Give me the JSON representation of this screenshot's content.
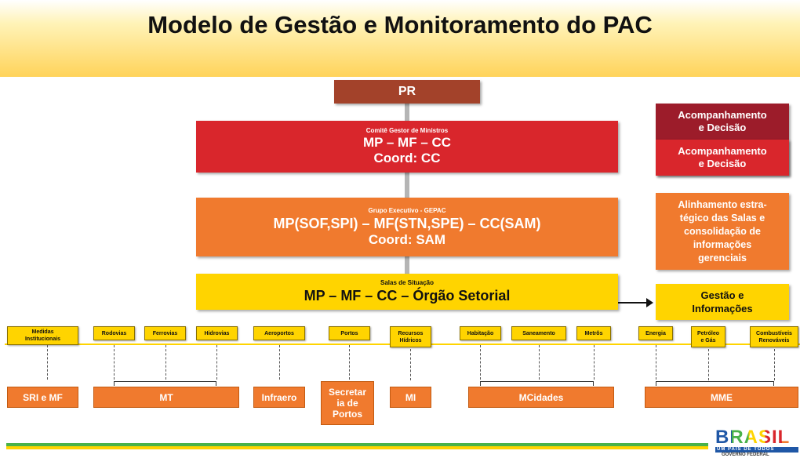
{
  "title": "Modelo de Gestão e Monitoramento do PAC",
  "pr": "PR",
  "comite": {
    "caption": "Comitê Gestor de Ministros",
    "line1": "MP – MF – CC",
    "line2": "Coord: CC"
  },
  "gepac": {
    "caption": "Grupo Executivo - GEPAC",
    "line1": "MP(SOF,SPI) – MF(STN,SPE) – CC(SAM)",
    "line2": "Coord: SAM"
  },
  "salas": {
    "caption": "Salas de Situação",
    "line1": "MP – MF – CC – Órgão Setorial"
  },
  "right": {
    "acomp1": [
      "Acompanhamento",
      "e Decisão"
    ],
    "acomp2": [
      "Acompanhamento",
      "e Decisão"
    ],
    "alinhamento": [
      "Alinhamento estra-",
      "tégico das Salas e",
      "consolidação de",
      "informações",
      "gerenciais"
    ],
    "gestao": [
      "Gestão e",
      "Informações"
    ]
  },
  "sectors": {
    "medidas": [
      "Medidas",
      "Institucionais"
    ],
    "rodovias": "Rodovias",
    "ferrovias": "Ferrovias",
    "hidrovias": "Hidrovias",
    "aeroportos": "Aeroportos",
    "portos": "Portos",
    "recursos": [
      "Recursos",
      "Hídricos"
    ],
    "habitacao": "Habitação",
    "saneamento": "Saneamento",
    "metros": "Metrôs",
    "energia": "Energia",
    "petroleo": [
      "Petróleo",
      "e Gás"
    ],
    "combustiveis": [
      "Combustíveis",
      "Renováveis"
    ]
  },
  "ministries": {
    "sri": "SRI  e MF",
    "mt": "MT",
    "infraero": "Infraero",
    "secretaria": [
      "Secretar",
      "ia de",
      "Portos"
    ],
    "mi": "MI",
    "mcidades": "MCidades",
    "mme": "MME"
  },
  "logo": {
    "text": "BRASIL",
    "tagline": "UM PAÍS DE TODOS",
    "gov": "GOVERNO FEDERAL"
  },
  "colors": {
    "pr": "#a3422a",
    "comite": "#d9262c",
    "gepac": "#f07a2e",
    "salas": "#ffd400",
    "acomp1": "#9c1c2a",
    "acomp2": "#d9262c",
    "green": "#49b24a",
    "yellow": "#ffd400"
  }
}
